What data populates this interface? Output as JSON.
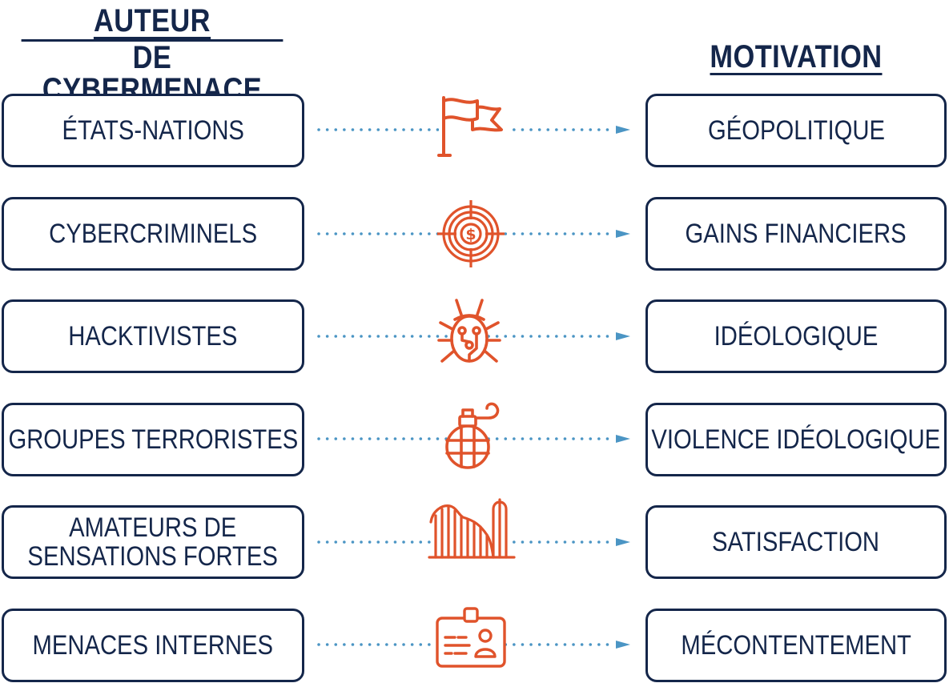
{
  "headings": {
    "left_line1": "AUTEUR",
    "left_line2": "DE CYBERMENACE",
    "right": "MOTIVATION"
  },
  "rows": [
    {
      "actor": "ÉTATS-NATIONS",
      "icon": "flag-icon",
      "motivation": "GÉOPOLITIQUE"
    },
    {
      "actor": "CYBERCRIMINELS",
      "icon": "money-target-icon",
      "motivation": "GAINS FINANCIERS"
    },
    {
      "actor": "HACKTIVISTES",
      "icon": "bug-icon",
      "motivation": "IDÉOLOGIQUE"
    },
    {
      "actor": "GROUPES TERRORISTES",
      "icon": "grenade-icon",
      "motivation": "VIOLENCE IDÉOLOGIQUE"
    },
    {
      "actor_line1": "AMATEURS DE",
      "actor_line2": "SENSATIONS FORTES",
      "icon": "roller-coaster-icon",
      "motivation": "SATISFACTION"
    },
    {
      "actor": "MENACES INTERNES",
      "icon": "id-badge-icon",
      "motivation": "MÉCONTENTEMENT"
    }
  ],
  "colors": {
    "navy": "#14264a",
    "icon_orange": "#e0532b",
    "connector_blue": "#4b95c4"
  }
}
